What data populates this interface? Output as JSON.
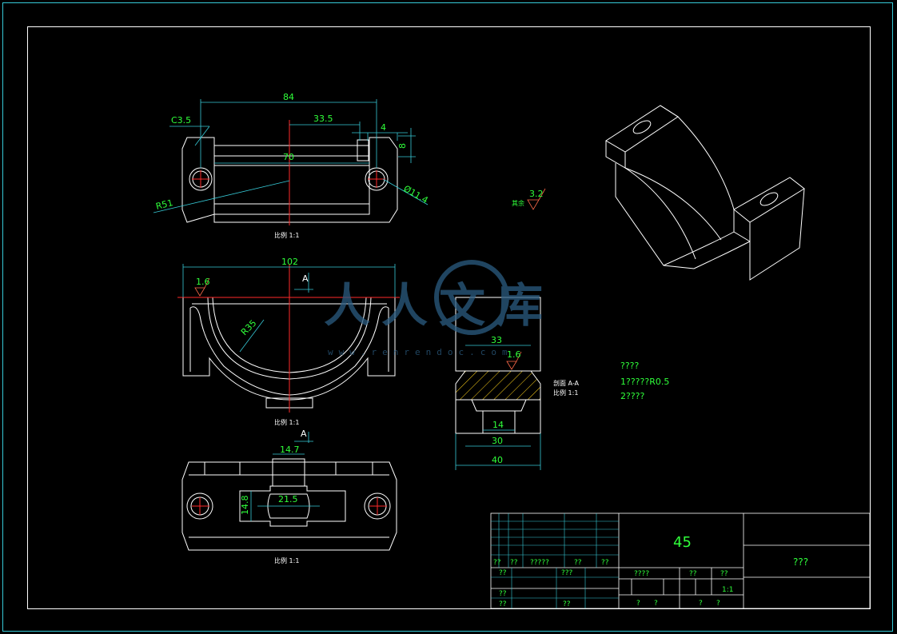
{
  "colors": {
    "background": "#000000",
    "outline": "#ffffff",
    "frame": "#36c9d6",
    "dimension": "#2fff3a",
    "center": "#ff2a2a",
    "watermark": "#2b5d82"
  },
  "top_view": {
    "dim_84": "84",
    "dim_33_5": "33.5",
    "dim_4": "4",
    "dim_8": "8",
    "dim_70": "70",
    "chamfer": "C3.5",
    "radius": "R51",
    "hole_dia": "Ø11.4",
    "scale": "比例 1:1"
  },
  "front_view": {
    "dim_102": "102",
    "finish": "1.6",
    "radius": "R35",
    "section_mark": "A",
    "scale": "比例 1:1"
  },
  "bottom_view": {
    "dim_14_7": "14.7",
    "dim_21_5": "21.5",
    "dim_14_8": "14.8",
    "section_mark": "A",
    "scale": "比例 1:1"
  },
  "section_view": {
    "dim_33": "33",
    "finish": "1.6",
    "dim_14": "14",
    "dim_30": "30",
    "dim_40": "40",
    "title": "剖面 A-A",
    "scale": "比例 1:1"
  },
  "surface_note": {
    "symbol_value": "3.2",
    "label": "其余"
  },
  "notes": {
    "heading": "????",
    "line1": "1?????R0.5",
    "line2": "2????"
  },
  "watermark": {
    "text": "人人文库",
    "url": "www.renrendoc.com"
  },
  "title_block": {
    "material": "45",
    "name": "???",
    "row_labels": [
      "??",
      "??",
      "?????",
      "??",
      "??"
    ],
    "design_label": "??",
    "design_value": "???",
    "check_label": "??",
    "approve_label": "??",
    "approve_value": "??",
    "header_labels": [
      "????",
      "??",
      "??"
    ],
    "scale_value": "1:1",
    "bottom_labels": [
      "?",
      "?",
      "?",
      "?"
    ]
  }
}
